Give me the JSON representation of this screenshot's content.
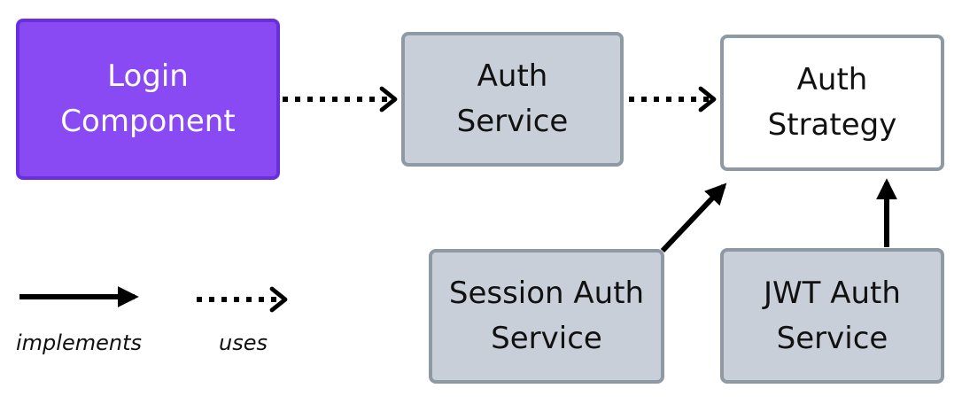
{
  "nodes": {
    "login_component": {
      "label": "Login\nComponent",
      "style": "primary"
    },
    "auth_service": {
      "label": "Auth\nService",
      "style": "service"
    },
    "auth_strategy": {
      "label": "Auth\nStrategy",
      "style": "abstract"
    },
    "session_auth_service": {
      "label": "Session Auth\nService",
      "style": "service"
    },
    "jwt_auth_service": {
      "label": "JWT Auth\nService",
      "style": "service"
    }
  },
  "edges": [
    {
      "from": "login_component",
      "to": "auth_service",
      "type": "uses"
    },
    {
      "from": "auth_service",
      "to": "auth_strategy",
      "type": "uses"
    },
    {
      "from": "session_auth_service",
      "to": "auth_strategy",
      "type": "implements"
    },
    {
      "from": "jwt_auth_service",
      "to": "auth_strategy",
      "type": "implements"
    }
  ],
  "legend": {
    "implements_label": "implements",
    "uses_label": "uses"
  },
  "colors": {
    "primary_fill": "#8a4af3",
    "primary_border": "#6a2fdc",
    "service_fill": "#c8cfd8",
    "node_border": "#8e99a4",
    "abstract_fill": "#ffffff",
    "arrow": "#000000"
  }
}
